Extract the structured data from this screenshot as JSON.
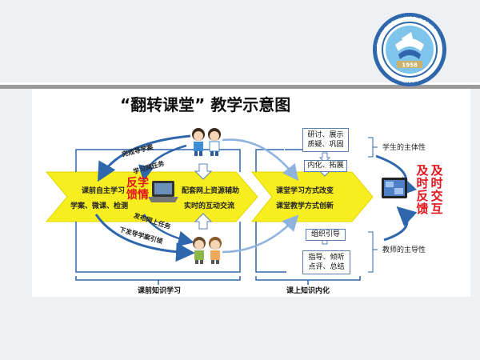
{
  "title": "“翻转课堂”  教学示意图",
  "logo": {
    "ring_text": "TIANJIN SHI FU LI MIDDLE SCHOOL",
    "year": "1958",
    "school_name": "天津市富力中学",
    "colors": {
      "ring": "#2f67ad",
      "inner": "#7fc4ea",
      "year_band": "#c9b26b"
    }
  },
  "left_arrow": {
    "line1": "课前自主学习",
    "line2": "学案、微课、检测",
    "line3": "配套网上资源辅助",
    "line4": "实时的互动交流"
  },
  "middle_arrow": {
    "line1": "课堂学习方式改变",
    "line2": "课堂教学方式创新"
  },
  "curve_labels": {
    "top1": "完成导学案",
    "top2": "学习网任务",
    "bottom1": "发布网上任务",
    "bottom2": "下发导学案引领"
  },
  "red_left": "反学馈情",
  "red_right_col1": "及时反馈",
  "red_right_col2": "及时交互",
  "top_boxes": {
    "box1_line1": "研讨、展示",
    "box1_line2": "质疑、巩固",
    "box2": "内化、拓展"
  },
  "bottom_boxes": {
    "box1": "组织引导",
    "box2_line1": "指导、倾听",
    "box2_line2": "点评、总结"
  },
  "side_labels": {
    "student": "学生的主体性",
    "teacher": "教师的主导性"
  },
  "footers": {
    "left": "课前知识学习",
    "right": "课上知识内化"
  },
  "colors": {
    "arrow_yellow": "#f6ee1e",
    "arrow_edge": "#e3d600",
    "blue": "#2f67ad",
    "light_blue": "#a9c6ea",
    "red": "#e3151c",
    "stripe": "#9a9a9a"
  }
}
